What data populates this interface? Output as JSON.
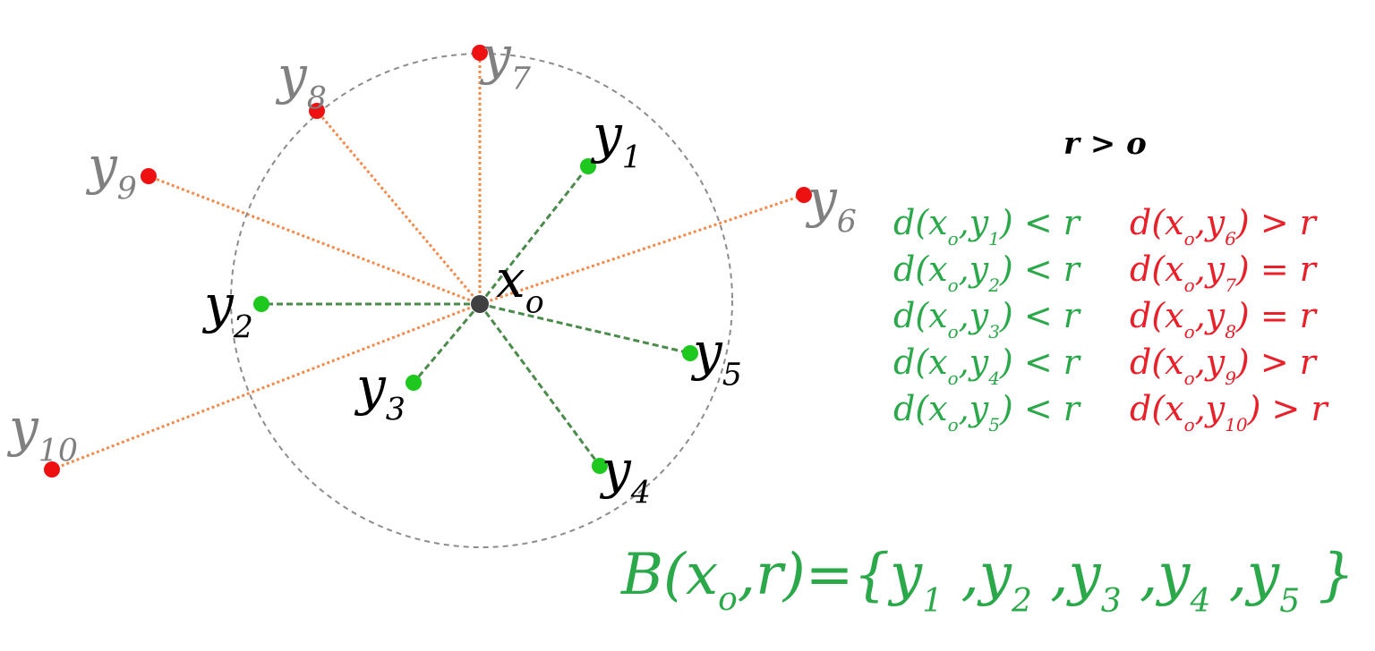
{
  "center": {
    "label": "x",
    "sub": "o"
  },
  "condition": "r > o",
  "points_inside": [
    {
      "label": "y",
      "sub": "1"
    },
    {
      "label": "y",
      "sub": "2"
    },
    {
      "label": "y",
      "sub": "3"
    },
    {
      "label": "y",
      "sub": "4"
    },
    {
      "label": "y",
      "sub": "5"
    }
  ],
  "points_outside_or_on": [
    {
      "label": "y",
      "sub": "6"
    },
    {
      "label": "y",
      "sub": "7"
    },
    {
      "label": "y",
      "sub": "8"
    },
    {
      "label": "y",
      "sub": "9"
    },
    {
      "label": "y",
      "sub": "10"
    }
  ],
  "relations_inside": [
    {
      "point": "1",
      "op": "<"
    },
    {
      "point": "2",
      "op": "<"
    },
    {
      "point": "3",
      "op": "<"
    },
    {
      "point": "4",
      "op": "<"
    },
    {
      "point": "5",
      "op": "<"
    }
  ],
  "relations_outside": [
    {
      "point": "6",
      "op": ">"
    },
    {
      "point": "7",
      "op": "="
    },
    {
      "point": "8",
      "op": "="
    },
    {
      "point": "9",
      "op": ">"
    },
    {
      "point": "10",
      "op": ">"
    }
  ],
  "ball_formula": {
    "prefix": "B(x",
    "center_sub": "o",
    "mid": ",r)={",
    "members": [
      "1",
      "2",
      "3",
      "4",
      "5"
    ],
    "suffix": "}"
  },
  "colors": {
    "inside": "#2aa84a",
    "outside": "#e8202a",
    "inside_line": "#4a8a4a",
    "outside_line": "#f5894a",
    "circle": "#8c8c8c",
    "outside_label": "#808080",
    "center": "#404040"
  }
}
